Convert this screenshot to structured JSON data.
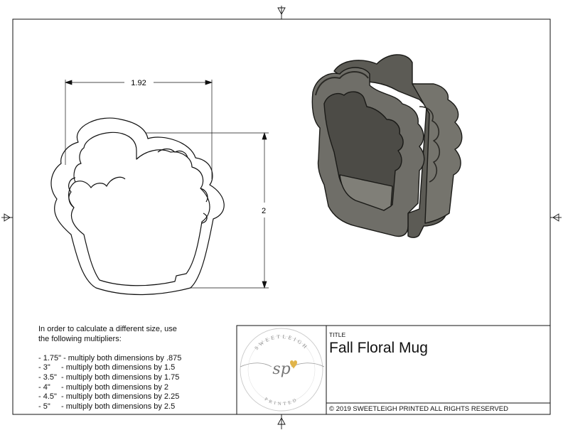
{
  "dimensions": {
    "width": "1.92",
    "height": "2"
  },
  "instructions": {
    "intro": [
      "In order to calculate a different size, use",
      "the following multipliers:"
    ],
    "multipliers": [
      "- 1.75\" - multiply both dimensions by .875",
      "- 3\"     - multiply both dimensions by 1.5",
      "- 3.5\"  - multiply both dimensions by 1.75",
      "- 4\"     - multiply both dimensions by 2",
      "- 4.5\"  - multiply both dimensions by 2.25",
      "- 5\"     - multiply both dimensions by 2.5"
    ]
  },
  "title_block": {
    "label": "TITLE",
    "title": "Fall Floral Mug",
    "copyright": "© 2019  SWEETLEIGH PRINTED  ALL RIGHTS RESERVED"
  },
  "logo": {
    "top_text": "SWEETLEIGH",
    "monogram": "sp",
    "bottom_text": "PRINTED"
  },
  "colors": {
    "line": "#111111",
    "cutter_fill": "#6f6e68",
    "cutter_dark": "#3d3c37"
  }
}
